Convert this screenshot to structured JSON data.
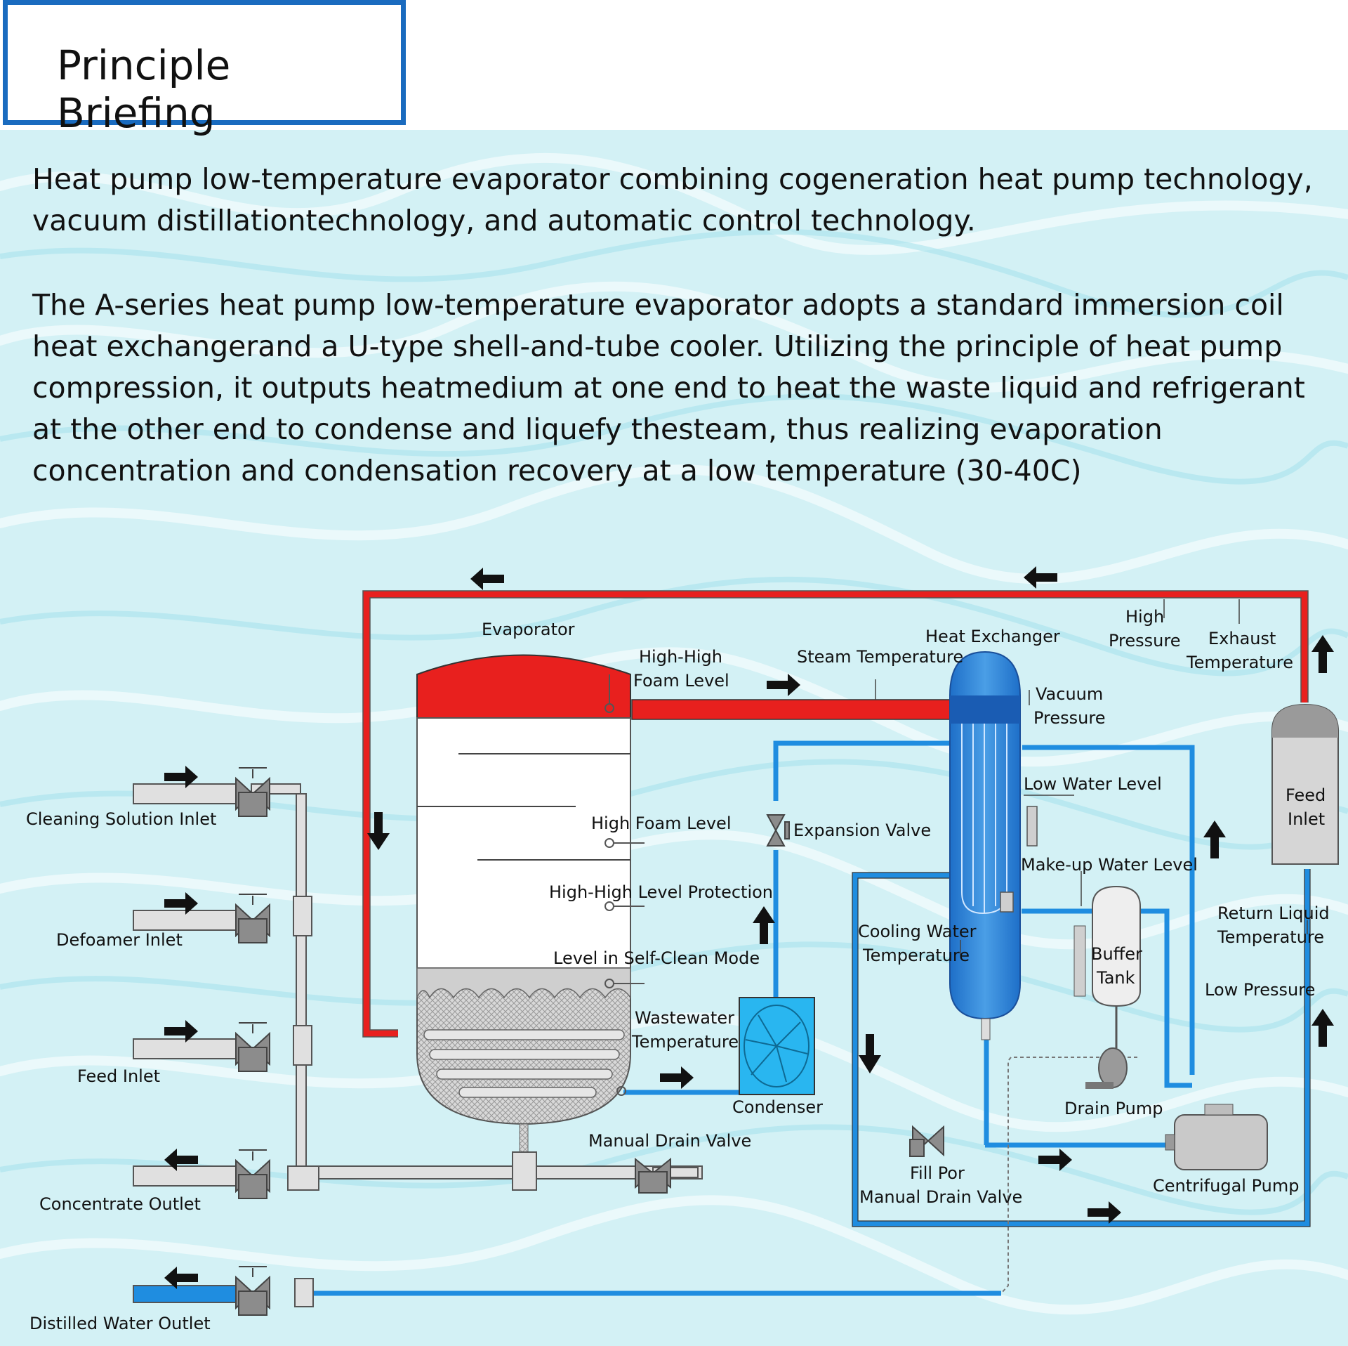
{
  "header": {
    "title": "Principle Briefing"
  },
  "intro": {
    "paragraph_1": "Heat pump low-temperature evaporator combining cogeneration heat pump technology, vacuum distillationtechnology, and automatic control technology.",
    "paragraph_2": "The A-series heat pump low-temperature evaporator adopts a standard immersion coil heat exchangerand a U-type shell-and-tube cooler. Utilizing the principle of heat pump compression, it outputs heatmedium at one end to heat the waste liquid and refrigerant at the other end to condense and liquefy thesteam, thus realizing evaporation concentration and condensation recovery at a low temperature (30-40C)"
  },
  "colors": {
    "hot_pipe": "#e8201e",
    "cold_pipe": "#1f8de0",
    "frame_blue": "#1a6bbf",
    "background": "#d3f1f5",
    "heat_exchanger": "#2f7fd6",
    "condenser": "#29b6f0"
  },
  "diagram": {
    "labels": {
      "evaporator": "Evaporator",
      "high_high_foam_1": "High-High",
      "high_high_foam_2": "Foam Level",
      "heat_exchanger": "Heat Exchanger",
      "steam_temperature": "Steam Temperature",
      "high_pressure_1": "High",
      "high_pressure_2": "Pressure",
      "exhaust_temp_1": "Exhaust",
      "exhaust_temp_2": "Temperature",
      "vacuum_pressure_1": "Vacuum",
      "vacuum_pressure_2": "Pressure",
      "low_water_level": "Low Water Level",
      "feed_inlet_right_1": "Feed",
      "feed_inlet_right_2": "Inlet",
      "cleaning_solution_inlet": "Cleaning Solution Inlet",
      "high_foam_level": "High Foam Level",
      "expansion_valve": "Expansion Valve",
      "make_up_water_level": "Make-up Water Level",
      "high_high_level_protection": "High-High Level Protection",
      "return_liquid_temp_1": "Return Liquid",
      "return_liquid_temp_2": "Temperature",
      "defoamer_inlet": "Defoamer Inlet",
      "cooling_water_temp_1": "Cooling Water",
      "cooling_water_temp_2": "Temperature",
      "buffer_tank_1": "Buffer",
      "buffer_tank_2": "Tank",
      "level_self_clean": "Level in Self-Clean Mode",
      "low_pressure": "Low Pressure",
      "wastewater_temp_1": "Wastewater",
      "wastewater_temp_2": "Temperature",
      "feed_inlet_left": "Feed Inlet",
      "condenser": "Condenser",
      "drain_pump": "Drain Pump",
      "manual_drain_valve_1": "Manual Drain Valve",
      "fill_port": "Fill Por",
      "manual_drain_valve_2": "Manual Drain Valve",
      "centrifugal_pump": "Centrifugal Pump",
      "concentrate_outlet": "Concentrate Outlet",
      "distilled_water_outlet": "Distilled Water Outlet"
    }
  }
}
